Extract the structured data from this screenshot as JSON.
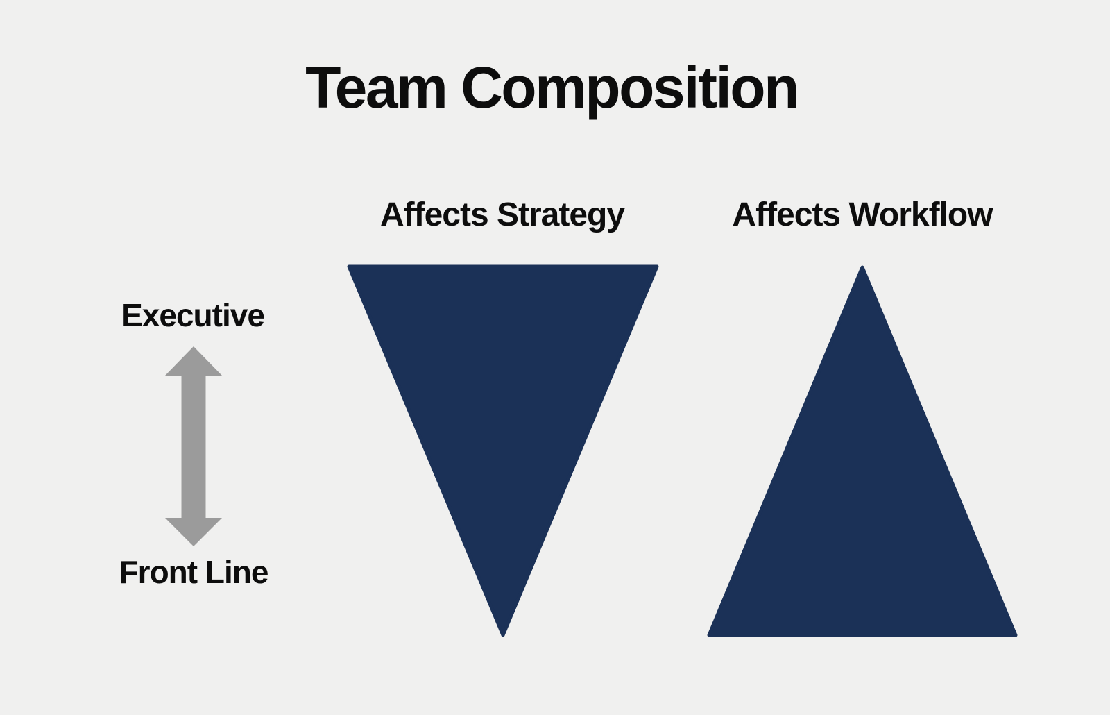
{
  "title": "Team Composition",
  "columns": {
    "strategy": {
      "label": "Affects Strategy",
      "shape": "inverted-triangle"
    },
    "workflow": {
      "label": "Affects Workflow",
      "shape": "upright-triangle"
    }
  },
  "scale": {
    "top_label": "Executive",
    "bottom_label": "Front Line",
    "icon": "vertical-double-arrow"
  },
  "colors": {
    "background": "#f0f0ef",
    "triangle_navy": "#1b3157",
    "arrow_gray": "#9b9b9b",
    "text_black": "#0d0d0d"
  }
}
